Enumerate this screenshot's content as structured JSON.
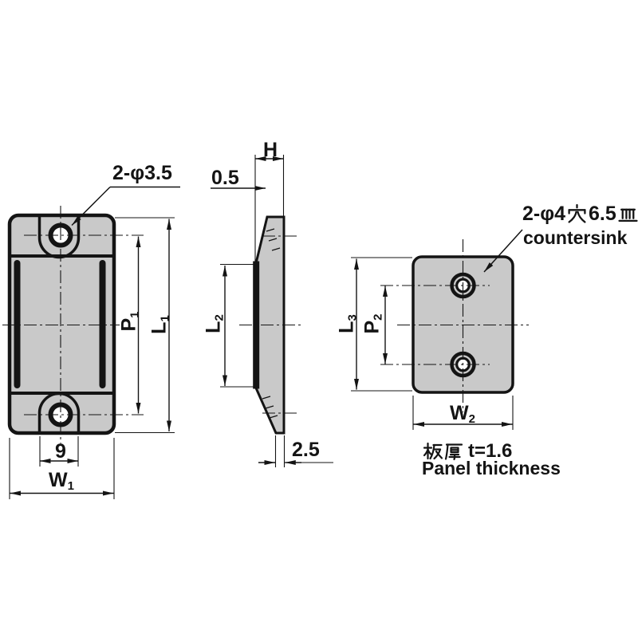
{
  "drawing_type": "dimensioned engineering drawing (magnetic catch with strike plate)",
  "front_view": {
    "hole_note": "2-φ3.5",
    "tab_hole_pitch_width": "9",
    "width_label": {
      "base": "W",
      "sub": "1"
    },
    "hole_pitch_label": {
      "base": "P",
      "sub": "1"
    },
    "length_label": {
      "base": "L",
      "sub": "1"
    }
  },
  "side_view": {
    "height_label": "H",
    "lip_offset": "0.5",
    "face_length_label": {
      "base": "L",
      "sub": "2"
    },
    "tip_thickness": "2.5"
  },
  "strike_plate": {
    "hole_note_full": "2-φ4穴6.5皿",
    "hole_note_prefix": "2-φ4",
    "hole_note_kanji_hole": "穴",
    "hole_note_mid": "6.5",
    "hole_note_kanji_countersink": "皿",
    "hole_note_en": "countersink",
    "length_label": {
      "base": "L",
      "sub": "3"
    },
    "hole_pitch_label": {
      "base": "P",
      "sub": "2"
    },
    "width_label": {
      "base": "W",
      "sub": "2"
    },
    "thickness_note_full": "板厚 t=1.6",
    "thickness_note_kanji": "板厚",
    "thickness_note_value": "t=1.6",
    "thickness_note_en": "Panel thickness"
  },
  "colors": {
    "line": "#141414",
    "part_fill": "#c9c9c9",
    "background": "#ffffff"
  }
}
